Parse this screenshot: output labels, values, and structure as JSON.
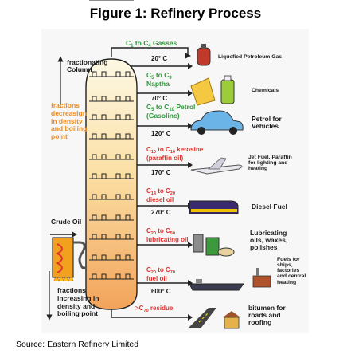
{
  "title": "Figure 1: Refinery Process",
  "source": "Source: Eastern Refinery Limited",
  "labels": {
    "fractionating": "fractionating Column",
    "decreasing": "fractions decreasign in density and boiling point",
    "increasing": "fractions increasing in density and boiling point",
    "crude": "Crude Oil"
  },
  "fractions": [
    {
      "name": "C1 to C4 Gasses",
      "temp": "20° C",
      "product": "Liquefied Petroleum Gas"
    },
    {
      "name": "C5 to C9 Naptha",
      "temp": "70° C",
      "product": "Chemicals"
    },
    {
      "name": "C5 to C10 Petrol (Gasoline)",
      "temp": "120° C",
      "product": "Petrol for Vehicles"
    },
    {
      "name": "C10 to C16 kerosine (paraffin oil)",
      "temp": "170° C",
      "product": "Jet Fuel, Paraffin for lighting and heating"
    },
    {
      "name": "C14 to C20 diesel oil",
      "temp": "270° C",
      "product": "Diesel Fuel"
    },
    {
      "name": "C20 to C50 lubricating oil",
      "temp": "",
      "product": "Lubricating oils, waxes, polishes"
    },
    {
      "name": "C20 to C70 fuel oil",
      "temp": "600° C",
      "product": "Fuels for ships, factories and central heating"
    },
    {
      "name": ">C70 residue",
      "temp": "",
      "product": "bitumen for roads and roofing"
    }
  ],
  "colors": {
    "green": "#2e9a3a",
    "red": "#e0312c",
    "orange": "#ee8a1c",
    "column_top": "#fdf8e4",
    "column_bottom": "#f2a35a"
  }
}
